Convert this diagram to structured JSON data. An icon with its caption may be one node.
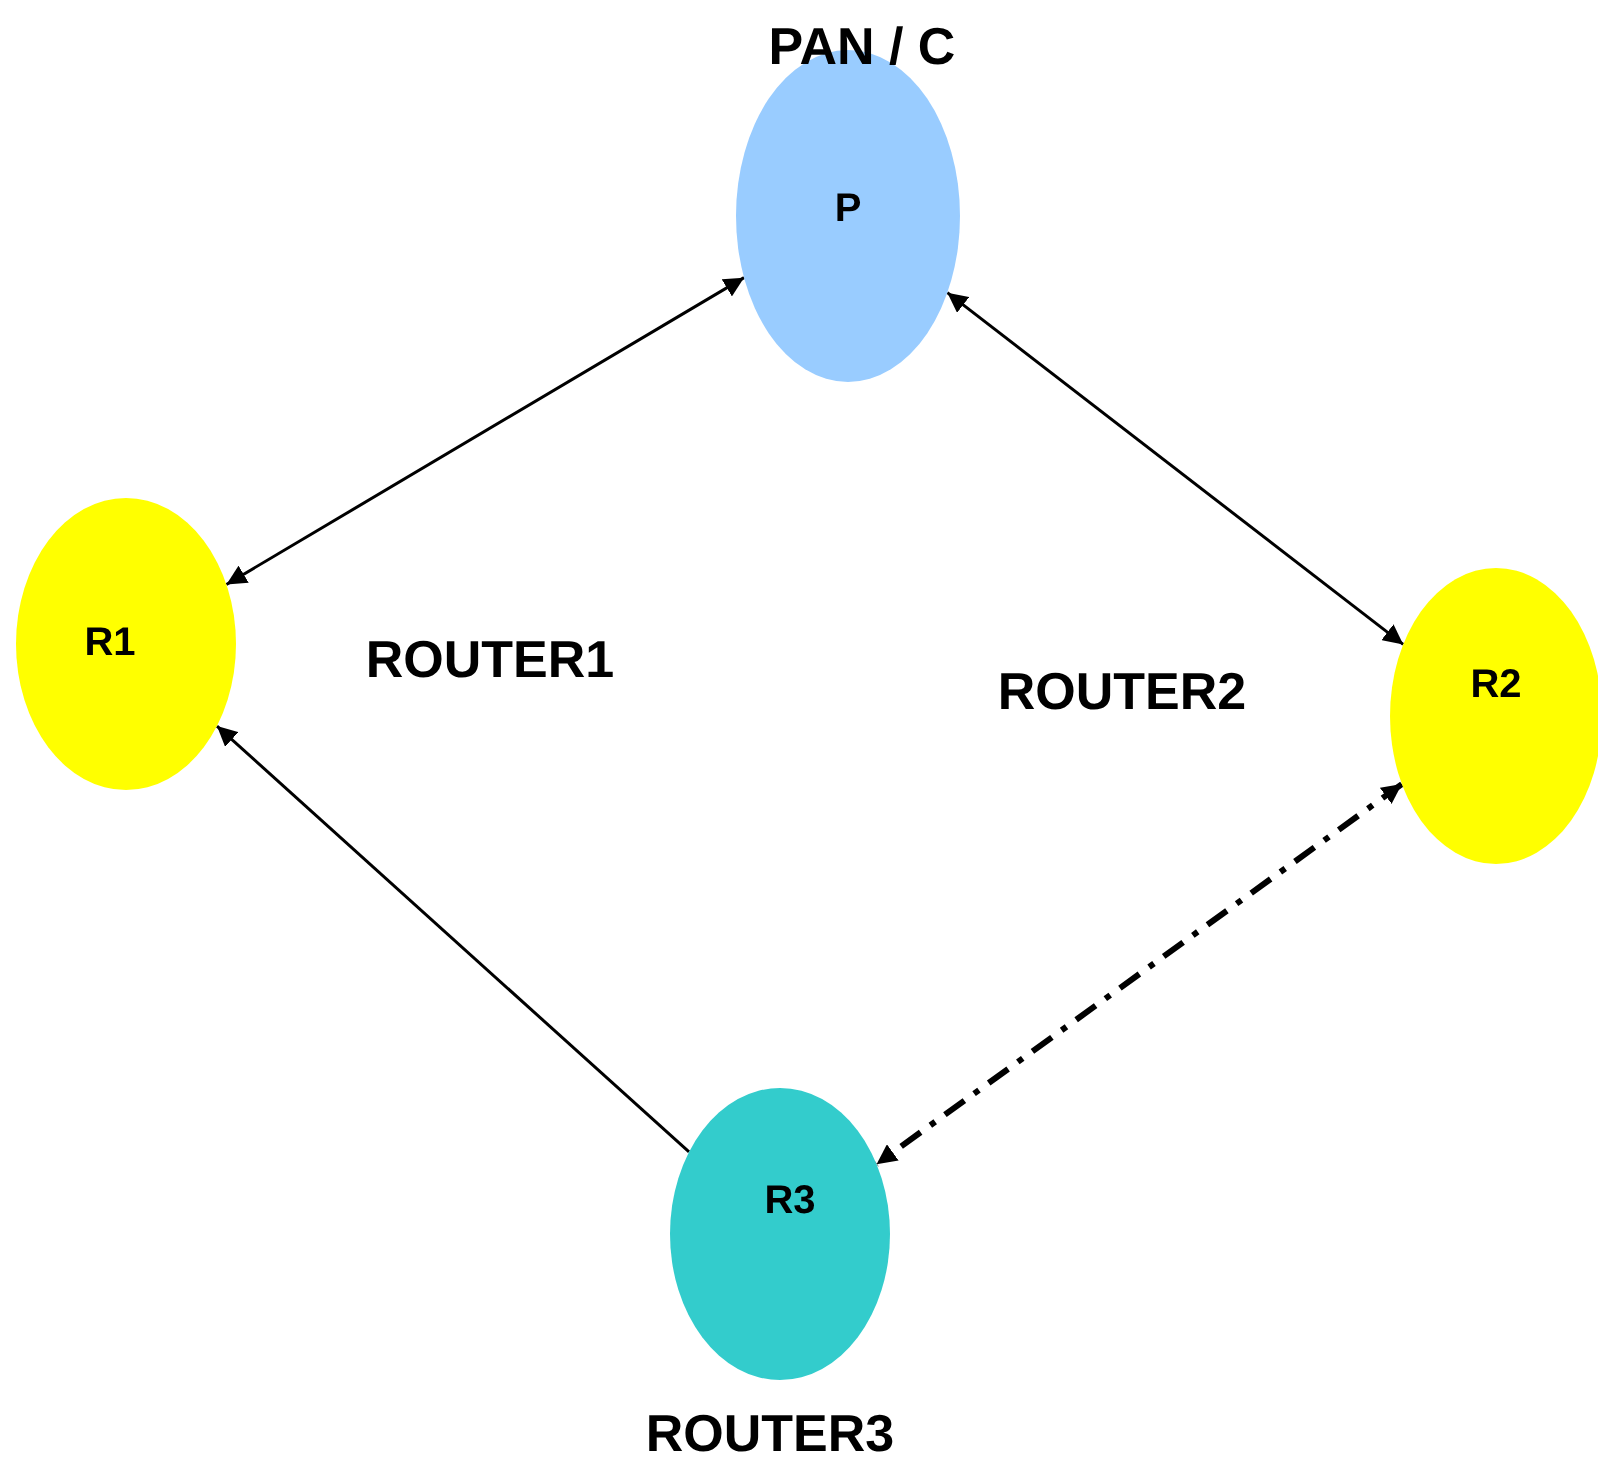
{
  "diagram": {
    "nodes": [
      {
        "text": [
          "PAN / C",
          "P"
        ]
      },
      {
        "text": [
          "R1"
        ],
        "beside": [
          "ROUTER1"
        ]
      },
      {
        "text": [
          "R2"
        ],
        "beside": [
          "ROUTER2"
        ]
      },
      {
        "text": [
          "R3"
        ],
        "beside": [
          "ROUTER3"
        ]
      }
    ],
    "edges": [
      {
        "from": 0,
        "to": 1,
        "arrow": "both"
      },
      {
        "from": 0,
        "to": 2,
        "arrow": "both"
      },
      {
        "from": 3,
        "to": 1,
        "arrow": "to"
      },
      {
        "from": 2,
        "to": 3,
        "arrow": "both",
        "style": "dashed"
      }
    ]
  }
}
